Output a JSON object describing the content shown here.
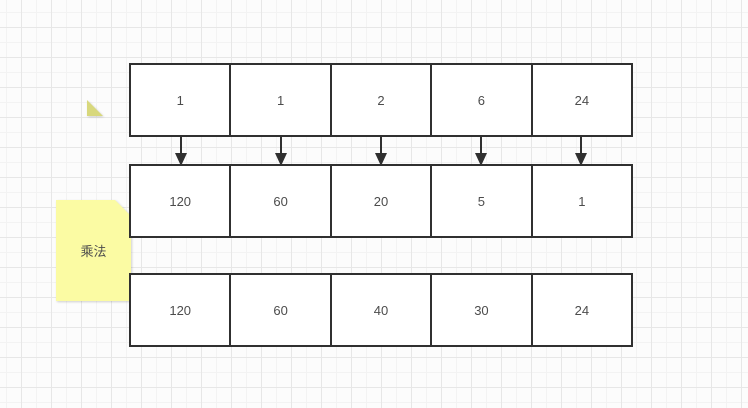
{
  "note": {
    "label": "乘法"
  },
  "rows": [
    {
      "id": "top",
      "cells": [
        "1",
        "1",
        "2",
        "6",
        "24"
      ]
    },
    {
      "id": "middle",
      "cells": [
        "120",
        "60",
        "20",
        "5",
        "1"
      ]
    },
    {
      "id": "bottom",
      "cells": [
        "120",
        "60",
        "40",
        "30",
        "24"
      ]
    }
  ],
  "arrows": {
    "direction": "down",
    "count": 5
  },
  "colors": {
    "border": "#303030",
    "cell_text": "#4c4c4c",
    "cell_fill": "#ffffff",
    "note_fill": "#fbfba3",
    "note_fold": "#d8d87c",
    "note_text": "#4c4c4c",
    "grid_line_major": "#e7e7e7",
    "grid_line_minor": "#f3f3f3",
    "canvas_bg": "#fcfcfc"
  }
}
